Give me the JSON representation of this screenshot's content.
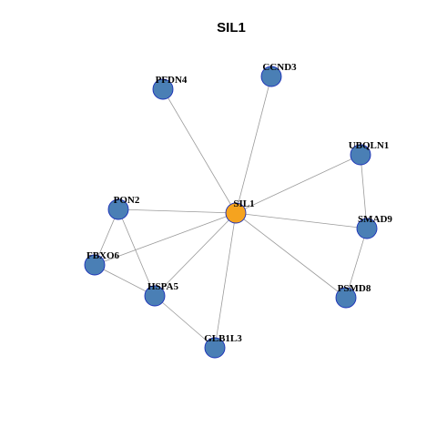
{
  "title": "SIL1",
  "colors": {
    "hub_fill": "#f5a31f",
    "node_fill": "#4a7fb5",
    "node_stroke": "#1a2fb8",
    "edge": "#9a9a9a"
  },
  "nodes": [
    {
      "id": "SIL1",
      "label": "SIL1",
      "hub": true
    },
    {
      "id": "CCND3",
      "label": "CCND3"
    },
    {
      "id": "PFDN4",
      "label": "PFDN4"
    },
    {
      "id": "UBQLN1",
      "label": "UBQLN1"
    },
    {
      "id": "PON2",
      "label": "PON2"
    },
    {
      "id": "SMAD9",
      "label": "SMAD9"
    },
    {
      "id": "FBXO6",
      "label": "FBXO6"
    },
    {
      "id": "HSPA5",
      "label": "HSPA5"
    },
    {
      "id": "PSMD8",
      "label": "PSMD8"
    },
    {
      "id": "GLB1L3",
      "label": "GLB1L3"
    }
  ],
  "edges": [
    [
      "SIL1",
      "CCND3"
    ],
    [
      "SIL1",
      "PFDN4"
    ],
    [
      "SIL1",
      "UBQLN1"
    ],
    [
      "SIL1",
      "PON2"
    ],
    [
      "SIL1",
      "SMAD9"
    ],
    [
      "SIL1",
      "FBXO6"
    ],
    [
      "SIL1",
      "HSPA5"
    ],
    [
      "SIL1",
      "PSMD8"
    ],
    [
      "SIL1",
      "GLB1L3"
    ],
    [
      "UBQLN1",
      "SMAD9"
    ],
    [
      "SMAD9",
      "PSMD8"
    ],
    [
      "PON2",
      "FBXO6"
    ],
    [
      "PON2",
      "HSPA5"
    ],
    [
      "FBXO6",
      "HSPA5"
    ],
    [
      "HSPA5",
      "GLB1L3"
    ]
  ]
}
